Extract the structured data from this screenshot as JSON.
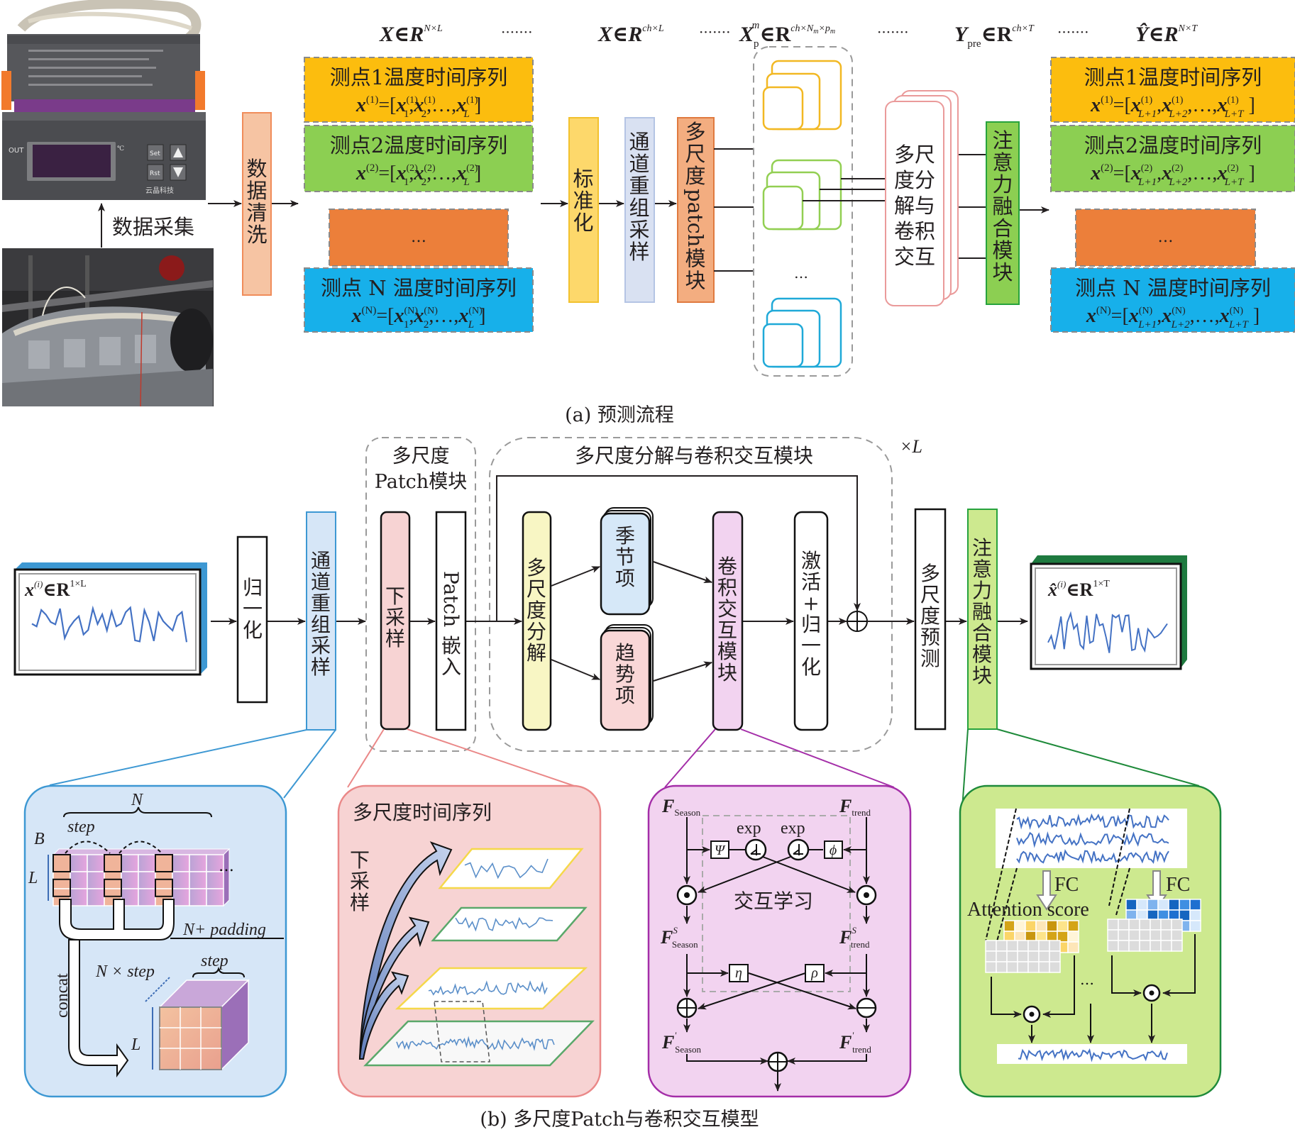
{
  "figure": {
    "caption_a": "(a) 预测流程",
    "caption_b": "(b) 多尺度Patch与卷积交互模型"
  },
  "part_a": {
    "device_photo": {
      "alt": "温度控制器照片",
      "labels": {
        "out": "OUT",
        "set": "Set",
        "rst": "Rst",
        "brand": "云晶科技",
        "unit": "℃"
      }
    },
    "site_photo": {
      "alt": "现场测点安装照片"
    },
    "collect_label": "数据采集",
    "clean_label": "数据清洗",
    "formulas": {
      "input": {
        "base": "X∈R",
        "sup": "N×L"
      },
      "normalized": {
        "base": "X∈R",
        "sup": "ch×L"
      },
      "patch": {
        "base": "X",
        "sub": "p",
        "supm": "m",
        "rest": "∈R",
        "sup": "ch×N",
        "sup2": "m",
        "sup3": "×p",
        "sup4": "m"
      },
      "pred": {
        "base": "Y",
        "sub": "pre",
        "rest": "∈R",
        "sup": "ch×T"
      },
      "output": {
        "base": "Ŷ∈R",
        "sup": "N×T"
      }
    },
    "input_series": [
      {
        "title": "测点1温度时间序列",
        "var": "x",
        "idx": "(1)",
        "terms": [
          "1",
          "2",
          "L"
        ],
        "color": "#fcbd0e"
      },
      {
        "title": "测点2温度时间序列",
        "var": "x",
        "idx": "(2)",
        "terms": [
          "1",
          "2",
          "L"
        ],
        "color": "#8ccf52"
      },
      {
        "title": "…",
        "color": "#ec7f3a"
      },
      {
        "title": "测点 N 温度时间序列",
        "var": "x",
        "idx": "(N)",
        "terms": [
          "1",
          "2",
          "L"
        ],
        "color": "#17b0ea"
      }
    ],
    "output_series": [
      {
        "title": "测点1温度时间序列",
        "var": "x",
        "idx": "(1)",
        "terms": [
          "L+1",
          "L+2",
          "L+T"
        ],
        "color": "#fcbd0e"
      },
      {
        "title": "测点2温度时间序列",
        "var": "x",
        "idx": "(2)",
        "terms": [
          "L+1",
          "L+2",
          "L+T"
        ],
        "color": "#8ccf52"
      },
      {
        "title": "…",
        "color": "#ec7f3a"
      },
      {
        "title": "测点 N 温度时间序列",
        "var": "x",
        "idx": "(N)",
        "terms": [
          "L+1",
          "L+2",
          "L+T"
        ],
        "color": "#17b0ea"
      }
    ],
    "blocks": {
      "standardize": "标准化",
      "channel_resample": "通道重组采样",
      "multiscale_patch": "多尺度patch模块",
      "decomp_conv": [
        "多尺",
        "度分",
        "解与",
        "卷积",
        "交互"
      ],
      "attention_fusion": "注意力融合模块",
      "ellipsis": "…"
    },
    "dots": "·······"
  },
  "part_b": {
    "input_label": {
      "var": "x",
      "sup": "(i)",
      "rest": "∈R",
      "dim": "1×L"
    },
    "output_label": {
      "var": "x̂",
      "sup": "(i)",
      "rest": "∈R",
      "dim": "1×T"
    },
    "normalize": "归一化",
    "channel_resample": "通道重组采样",
    "patch_group_title": [
      "多尺度",
      "Patch模块"
    ],
    "downsample": "下采样",
    "patch_embed": "Patch嵌入",
    "decomp_group_title": "多尺度分解与卷积交互模块",
    "repeat_label": "×L",
    "multiscale_decomp": "多尺度分解",
    "season": "季节项",
    "trend": "趋势项",
    "conv_interact": "卷积交互模块",
    "activation_norm": "激活+归一化",
    "multiscale_predict": "多尺度预测",
    "attention_fusion": "注意力融合模块",
    "panels": {
      "channel": {
        "N": "N",
        "step": "step",
        "B": "B",
        "L": "L",
        "padding": "N+ padding",
        "concat": "concat",
        "nstep": "N × step",
        "step2": "step",
        "L2": "L",
        "ellipsis": "…"
      },
      "multiscale": {
        "title": "多尺度时间序列",
        "down": "下采样"
      },
      "interaction": {
        "f_season": "F",
        "season_sub": "Season",
        "f_trend": "F",
        "trend_sub": "trend",
        "exp1": "exp",
        "exp2": "exp",
        "psi": "Ψ",
        "phi": "ϕ",
        "eta": "η",
        "rho": "ρ",
        "learn": "交互学习",
        "s_sup": "S",
        "prime": "'"
      },
      "attention": {
        "fc1": "FC",
        "fc2": "FC",
        "score": "Attention score",
        "ellipsis": "…"
      }
    }
  },
  "colors": {
    "orange_block": "#f3b58a",
    "yellow_block": "#fdd86b",
    "lavender_block": "#d9e1f2",
    "patch_block": "#f0a87c",
    "attention_green": "#8ccf52",
    "blue_panel": "#d6e6f7",
    "pink_panel": "#f7d3d3",
    "purple_panel": "#f2d3f0",
    "green_panel": "#cde98f",
    "series_line": "#4472c4"
  }
}
